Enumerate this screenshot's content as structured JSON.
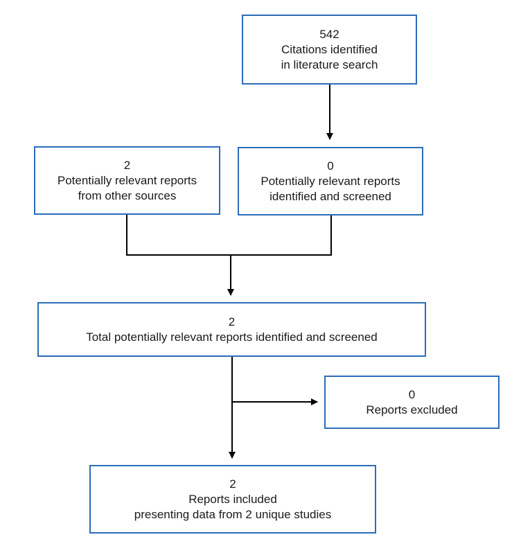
{
  "colors": {
    "box_border": "#2b6cb8",
    "connector": "#000000"
  },
  "boxes": {
    "citations": {
      "count": "542",
      "line1": "Citations identified",
      "line2": "in literature search"
    },
    "other_sources": {
      "count": "2",
      "line1": "Potentially relevant reports",
      "line2": "from other sources"
    },
    "screened": {
      "count": "0",
      "line1": "Potentially relevant reports",
      "line2": "identified and screened"
    },
    "total": {
      "count": "2",
      "line1": "Total potentially relevant reports identified and screened"
    },
    "excluded": {
      "count": "0",
      "line1": "Reports excluded"
    },
    "included": {
      "count": "2",
      "line1": "Reports included",
      "line2": "presenting data from 2 unique studies"
    }
  }
}
